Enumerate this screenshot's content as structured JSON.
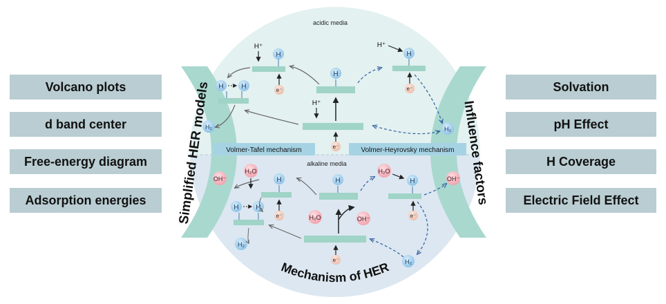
{
  "left_bars": [
    {
      "label": "Volcano plots"
    },
    {
      "label": "d band center"
    },
    {
      "label": "Free-energy diagram"
    },
    {
      "label": "Adsorption energies"
    }
  ],
  "right_bars": [
    {
      "label": "Solvation"
    },
    {
      "label": "pH Effect"
    },
    {
      "label": "H Coverage"
    },
    {
      "label": "Electric Field Effect"
    }
  ],
  "left_arc_title": "Simplified HER models",
  "right_arc_title": "Influence factors",
  "bottom_title": "Mechanism of HER",
  "acidic_label": "acidic media",
  "alkaline_label": "alkaline media",
  "volmer_tafel_label": "Volmer-Tafel mechanism",
  "volmer_heyrovsky_label": "Volmer-Heyrovsky mechanism",
  "species": {
    "h": "H",
    "h_plus": "H⁺",
    "e_minus": "e⁻",
    "h2": "H₂",
    "h2o": "H₂O",
    "oh_minus": "OH⁻"
  },
  "colors": {
    "bar_fill": "#b9cdd2",
    "arc_fill": "#a9d8cf",
    "acidic_bg": "#e3f1f0",
    "alkaline_bg": "#dce7f1",
    "surface_fill": "#9fd4c6",
    "mechanism_label_fill": "#a6d3e4",
    "h_atom": "#a9d2ee",
    "oh_atom": "#f6b7c0",
    "electron": "#f2d1c4"
  }
}
